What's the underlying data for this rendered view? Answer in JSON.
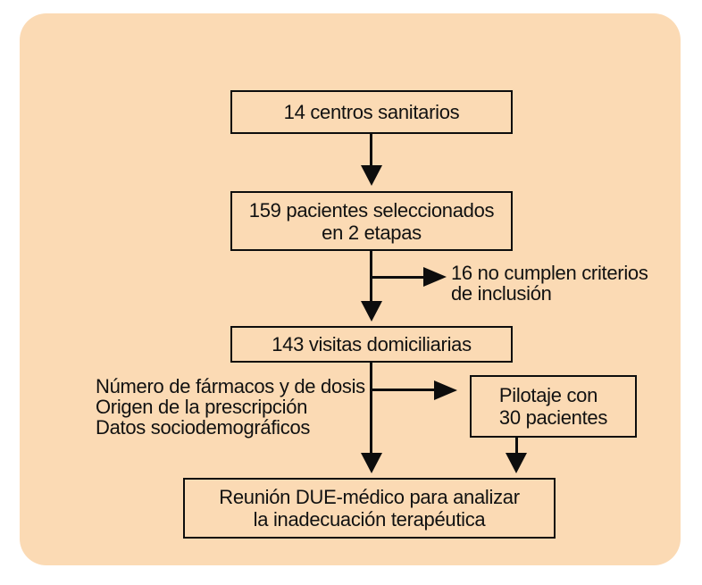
{
  "colors": {
    "page_bg": "#ffffff",
    "panel_bg": "#fbdab4",
    "line": "#0d0d0d",
    "text": "#111111"
  },
  "flowchart": {
    "nodes": {
      "centros": {
        "line1": "14 centros sanitarios"
      },
      "pacientes": {
        "line1": "159 pacientes seleccionados",
        "line2": "en 2 etapas"
      },
      "visitas": {
        "line1": "143 visitas domiciliarias"
      },
      "pilotaje": {
        "line1": "Pilotaje con",
        "line2": "30 pacientes"
      },
      "reunion": {
        "line1": "Reunión DUE-médico para analizar",
        "line2": "la inadecuación terapéutica"
      }
    },
    "annotations": {
      "exclusion": {
        "line1": "16 no cumplen criterios",
        "line2": "de inclusión"
      },
      "variables": {
        "line1": "Número de fármacos y de dosis",
        "line2": "Origen de la prescripción",
        "line3": "Datos sociodemográficos"
      }
    }
  }
}
